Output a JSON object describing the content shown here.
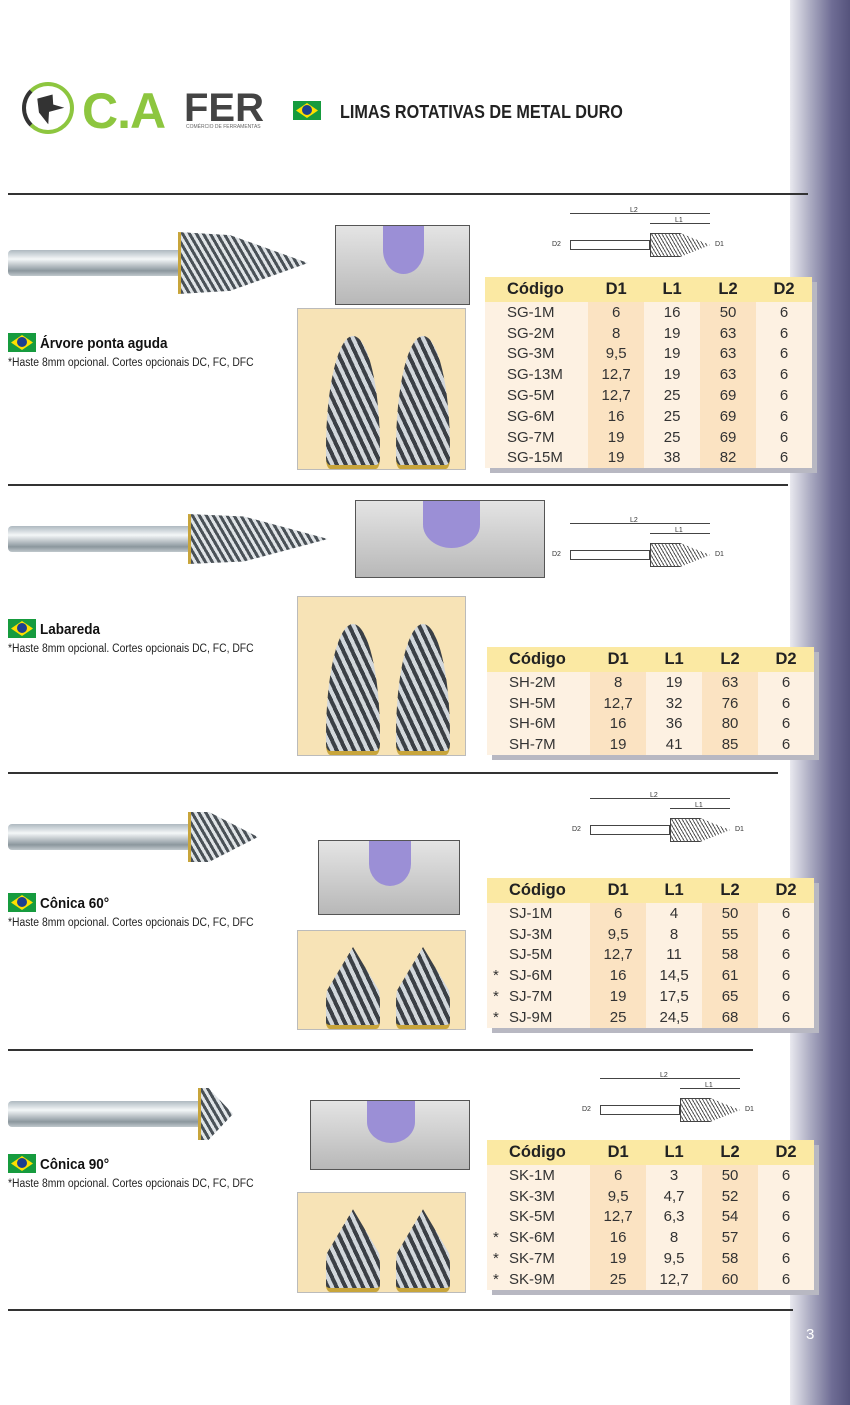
{
  "header": {
    "logo_main": "C.A",
    "logo_fer": "FER",
    "logo_sub": "COMÉRCIO DE FERRAMENTAS",
    "title": "LIMAS ROTATIVAS DE METAL DURO",
    "flag_icon": "brazil-flag-icon"
  },
  "columns": [
    "Código",
    "D1",
    "L1",
    "L2",
    "D2"
  ],
  "dims": {
    "l2": "L2",
    "l1": "L1",
    "d1": "D1",
    "d2": "D2"
  },
  "sections": [
    {
      "name": "Árvore ponta aguda",
      "note": "*Haste 8mm opcional. Cortes opcionais DC, FC, DFC",
      "rows": [
        [
          "",
          "SG-1M",
          "6",
          "16",
          "50",
          "6"
        ],
        [
          "",
          "SG-2M",
          "8",
          "19",
          "63",
          "6"
        ],
        [
          "",
          "SG-3M",
          "9,5",
          "19",
          "63",
          "6"
        ],
        [
          "",
          "SG-13M",
          "12,7",
          "19",
          "63",
          "6"
        ],
        [
          "",
          "SG-5M",
          "12,7",
          "25",
          "69",
          "6"
        ],
        [
          "",
          "SG-6M",
          "16",
          "25",
          "69",
          "6"
        ],
        [
          "",
          "SG-7M",
          "19",
          "25",
          "69",
          "6"
        ],
        [
          "",
          "SG-15M",
          "19",
          "38",
          "82",
          "6"
        ]
      ]
    },
    {
      "name": "Labareda",
      "note": "*Haste 8mm opcional. Cortes opcionais DC, FC, DFC",
      "rows": [
        [
          "",
          "SH-2M",
          "8",
          "19",
          "63",
          "6"
        ],
        [
          "",
          "SH-5M",
          "12,7",
          "32",
          "76",
          "6"
        ],
        [
          "",
          "SH-6M",
          "16",
          "36",
          "80",
          "6"
        ],
        [
          "",
          "SH-7M",
          "19",
          "41",
          "85",
          "6"
        ]
      ]
    },
    {
      "name": "Cônica 60°",
      "note": "*Haste 8mm opcional. Cortes opcionais DC, FC, DFC",
      "rows": [
        [
          "",
          "SJ-1M",
          "6",
          "4",
          "50",
          "6"
        ],
        [
          "",
          "SJ-3M",
          "9,5",
          "8",
          "55",
          "6"
        ],
        [
          "",
          "SJ-5M",
          "12,7",
          "11",
          "58",
          "6"
        ],
        [
          "*",
          "SJ-6M",
          "16",
          "14,5",
          "61",
          "6"
        ],
        [
          "*",
          "SJ-7M",
          "19",
          "17,5",
          "65",
          "6"
        ],
        [
          "*",
          "SJ-9M",
          "25",
          "24,5",
          "68",
          "6"
        ]
      ]
    },
    {
      "name": "Cônica 90°",
      "note": "*Haste 8mm opcional. Cortes opcionais DC, FC, DFC",
      "rows": [
        [
          "",
          "SK-1M",
          "6",
          "3",
          "50",
          "6"
        ],
        [
          "",
          "SK-3M",
          "9,5",
          "4,7",
          "52",
          "6"
        ],
        [
          "",
          "SK-5M",
          "12,7",
          "6,3",
          "54",
          "6"
        ],
        [
          "*",
          "SK-6M",
          "16",
          "8",
          "57",
          "6"
        ],
        [
          "*",
          "SK-7M",
          "19",
          "9,5",
          "58",
          "6"
        ],
        [
          "*",
          "SK-9M",
          "25",
          "12,7",
          "60",
          "6"
        ]
      ]
    }
  ],
  "page_number": "3",
  "colors": {
    "header_row": "#fbe9a3",
    "table_body": "#fdf1e2",
    "table_col_alt": "#fbe3c2",
    "logo_green": "#8dc63f"
  }
}
